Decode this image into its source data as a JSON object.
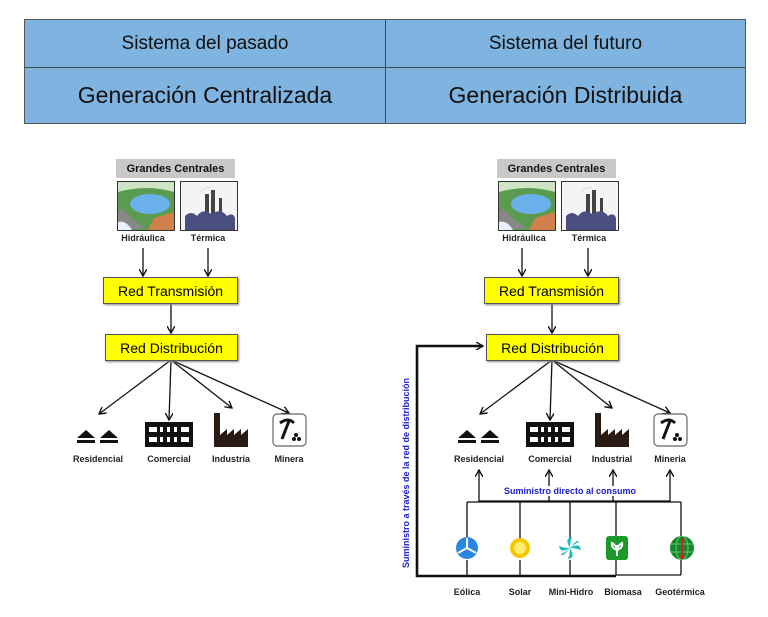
{
  "header": {
    "left_title": "Sistema del pasado",
    "right_title": "Sistema del futuro",
    "left_subtitle": "Generación Centralizada",
    "right_subtitle": "Generación Distribuida",
    "background_color": "#7fb3e0"
  },
  "left": {
    "plants_title": "Grandes Centrales",
    "plants": [
      {
        "label": "Hidráulica",
        "icon": "dam-icon"
      },
      {
        "label": "Térmica",
        "icon": "power-plant-icon"
      }
    ],
    "transmission": "Red Transmisión",
    "distribution": "Red Distribución",
    "consumers": [
      {
        "label": "Residencial",
        "icon": "houses-icon"
      },
      {
        "label": "Comercial",
        "icon": "building-icon"
      },
      {
        "label": "Industria",
        "icon": "factory-icon"
      },
      {
        "label": "Minera",
        "icon": "pickaxe-icon"
      }
    ]
  },
  "right": {
    "plants_title": "Grandes Centrales",
    "plants": [
      {
        "label": "Hidráulica",
        "icon": "dam-icon"
      },
      {
        "label": "Térmica",
        "icon": "power-plant-icon"
      }
    ],
    "transmission": "Red Transmisión",
    "distribution": "Red Distribución",
    "consumers": [
      {
        "label": "Residencial",
        "icon": "houses-icon"
      },
      {
        "label": "Comercial",
        "icon": "building-icon"
      },
      {
        "label": "Industrial",
        "icon": "factory-icon"
      },
      {
        "label": "Mineria",
        "icon": "pickaxe-icon"
      }
    ],
    "direct_supply_label": "Suministro directo al consumo",
    "grid_supply_label": "Suministro a través de la red de distribución",
    "sources": [
      {
        "label": "Eólica",
        "icon": "wind-icon"
      },
      {
        "label": "Solar",
        "icon": "sun-icon"
      },
      {
        "label": "Mini-Hidro",
        "icon": "hydro-turbine-icon"
      },
      {
        "label": "Biomasa",
        "icon": "leaf-icon"
      },
      {
        "label": "Geotérmica",
        "icon": "geothermal-globe-icon"
      }
    ]
  },
  "colors": {
    "box_yellow": "#ffff00",
    "label_blue": "#1a1ad0",
    "gray_title": "#c8c8c8"
  }
}
